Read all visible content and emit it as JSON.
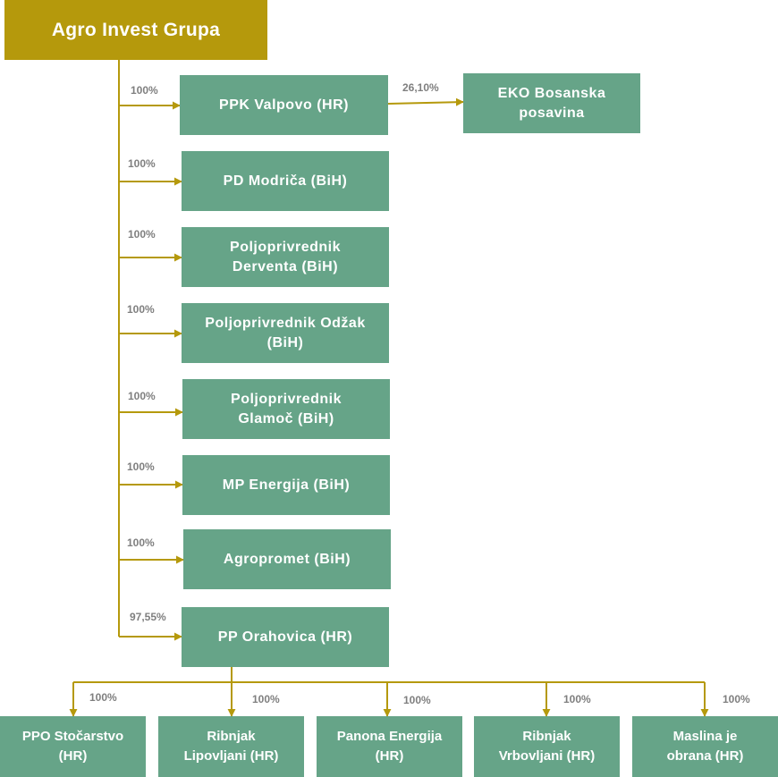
{
  "root": {
    "label": "Agro Invest Grupa"
  },
  "subsidiaries": [
    {
      "label": "PPK Valpovo (HR)",
      "ownership": "100%"
    },
    {
      "label": "PD Modriča (BiH)",
      "ownership": "100%"
    },
    {
      "label": "Poljoprivrednik\nDerventa (BiH)",
      "ownership": "100%"
    },
    {
      "label": "Poljoprivrednik Odžak\n(BiH)",
      "ownership": "100%"
    },
    {
      "label": "Poljoprivrednik\nGlamoč (BiH)",
      "ownership": "100%"
    },
    {
      "label": "MP Energija (BiH)",
      "ownership": "100%"
    },
    {
      "label": "Agropromet (BiH)",
      "ownership": "100%"
    },
    {
      "label": "PP Orahovica (HR)",
      "ownership": "97,55%"
    }
  ],
  "eko": {
    "label": "EKO Bosanska\nposavina",
    "ownership": "26,10%"
  },
  "orahovica_children": [
    {
      "label": "PPO Stočarstvo\n(HR)",
      "ownership": "100%"
    },
    {
      "label": "Ribnjak\nLipovljani (HR)",
      "ownership": "100%"
    },
    {
      "label": "Panona Energija\n(HR)",
      "ownership": "100%"
    },
    {
      "label": "Ribnjak\nVrbovljani (HR)",
      "ownership": "100%"
    },
    {
      "label": "Maslina je\nobrana (HR)",
      "ownership": "100%"
    }
  ],
  "colors": {
    "root_fill": "#b5990c",
    "box_fill": "#66a488",
    "connector": "#b5990c",
    "percent_text": "#7f7f7f"
  }
}
